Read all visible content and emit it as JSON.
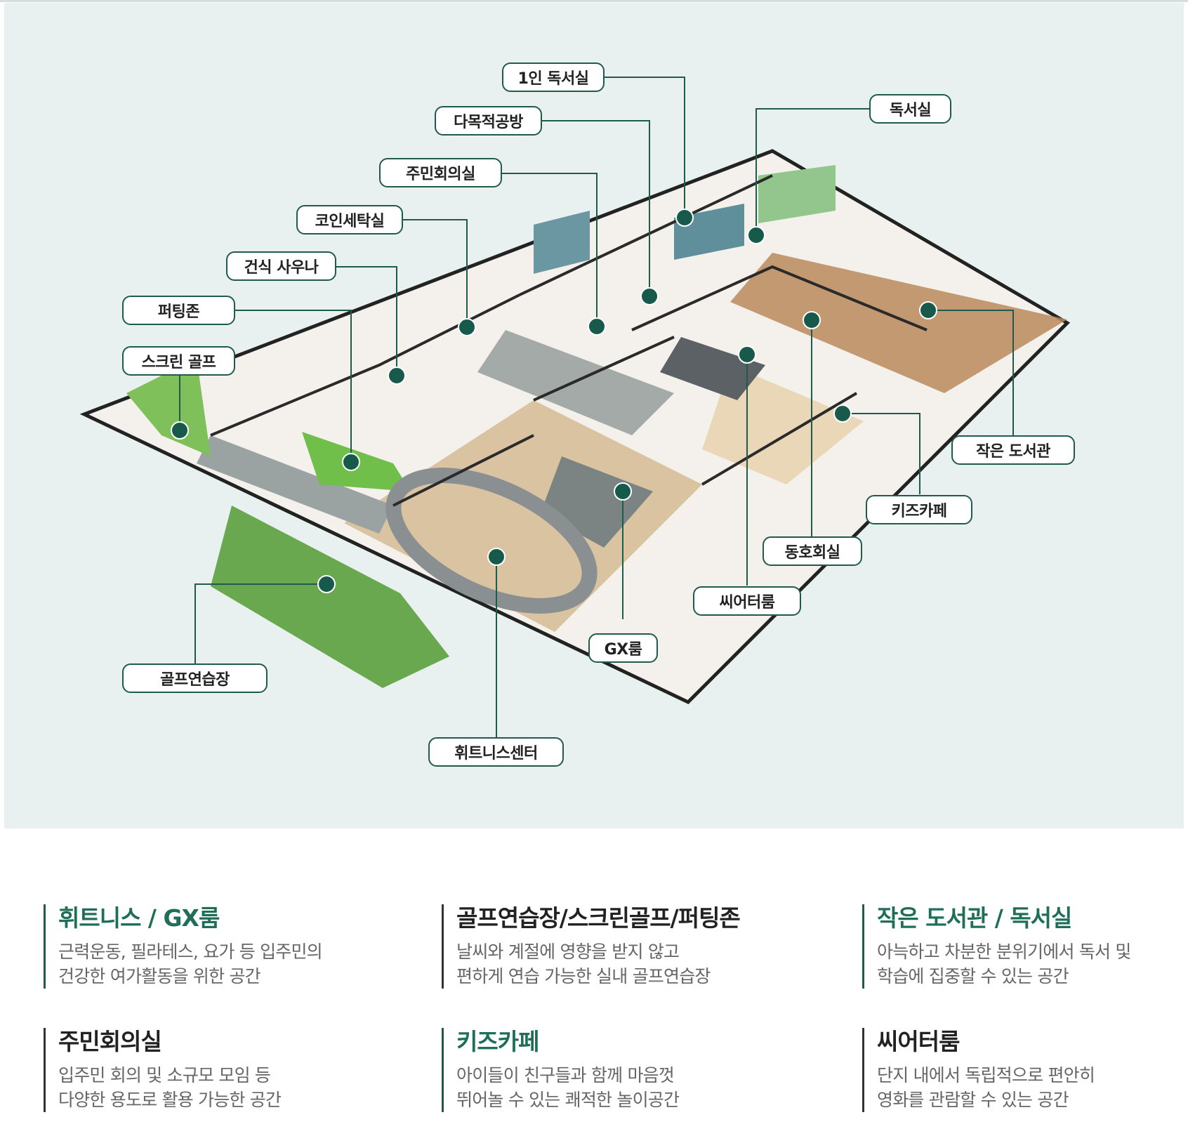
{
  "colors": {
    "accent": "#1f5a4c",
    "panel_bg": "#e8f1ef",
    "dot": "#17594a"
  },
  "labels": {
    "reading_room_single": "1인 독서실",
    "multipurpose": "다목적공방",
    "reading_room": "독서실",
    "meeting_room": "주민회의실",
    "coin_laundry": "코인세탁실",
    "sauna": "건식 사우나",
    "putting": "퍼팅존",
    "screen_golf": "스크린 골프",
    "small_library": "작은 도서관",
    "kids_cafe": "키즈카페",
    "club_room": "동호회실",
    "theater": "씨어터룸",
    "gx": "GX룸",
    "golf_practice": "골프연습장",
    "fitness": "휘트니스센터"
  },
  "descriptions": [
    {
      "title": "휘트니스 / GX룸",
      "line1": "근력운동, 필라테스, 요가 등 입주민의",
      "line2": "건강한 여가활동을 위한 공간"
    },
    {
      "title": "골프연습장/스크린골프/퍼팅존",
      "line1": "날씨와 계절에 영향을 받지 않고",
      "line2": "편하게 연습 가능한 실내 골프연습장"
    },
    {
      "title": "작은 도서관 / 독서실",
      "line1": "아늑하고 차분한 분위기에서 독서 및",
      "line2": "학습에 집중할 수 있는 공간"
    },
    {
      "title": "주민회의실",
      "line1": "입주민 회의 및 소규모 모임 등",
      "line2": "다양한 용도로 활용 가능한 공간"
    },
    {
      "title": "키즈카페",
      "line1": "아이들이 친구들과 함께 마음껏",
      "line2": "뛰어놀 수 있는 쾌적한 놀이공간"
    },
    {
      "title": "씨어터룸",
      "line1": "단지 내에서 독립적으로 편안히",
      "line2": "영화를 관람할 수 있는 공간"
    }
  ]
}
